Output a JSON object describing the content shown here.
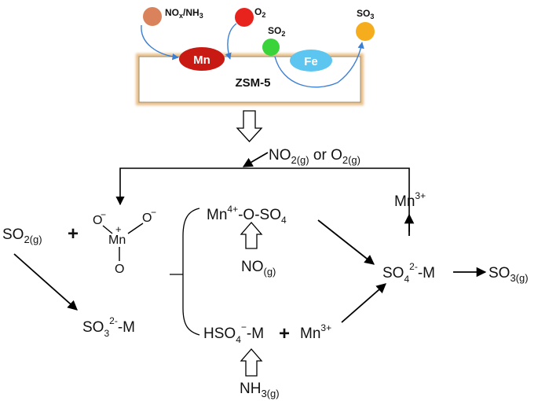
{
  "top": {
    "mn_label": "Mn",
    "fe_label": "Fe",
    "support_label": "ZSM-5",
    "nox_nh3": {
      "t1": "NO",
      "s1": "x",
      "t2": "/NH",
      "s2": "3"
    },
    "o2": {
      "t": "O",
      "s": "2"
    },
    "so2": {
      "t": "SO",
      "s": "2"
    },
    "so3": {
      "t": "SO",
      "s": "3"
    },
    "colors": {
      "nox": "#d9825b",
      "o2": "#e8231e",
      "so2": "#3ad43a",
      "so3": "#f5ad1e",
      "mn": "#c81a12",
      "fe": "#5cc6f0",
      "support_border": "#e9bf8a",
      "arrow": "#3b7fd4"
    }
  },
  "mechanism": {
    "oxidant": {
      "a": "NO",
      "a_sub": "2(g)",
      "or": " or ",
      "b": "O",
      "b_sub": "2(g)"
    },
    "so2g": {
      "t": "SO",
      "sub": "2(g)"
    },
    "plus1": "+",
    "mn_center": {
      "o_left": "O",
      "o_right": "O",
      "o_bottom": "O",
      "minus_left": "−",
      "minus_right": "−",
      "plus": "+",
      "mn": "Mn"
    },
    "mn4_complex": {
      "mn": "Mn",
      "sup": "4+",
      "rest": "-O-SO",
      "sub": "4"
    },
    "no_g": {
      "t": "NO",
      "sub": "(g)"
    },
    "hso4": {
      "t": "HSO",
      "sub": "4",
      "sup": "−",
      "rest": "-M"
    },
    "plus2": "+",
    "mn3_lower": {
      "t": "Mn",
      "sup": "3+"
    },
    "nh3g": {
      "t": "NH",
      "sub": "3(g)"
    },
    "so3_m": {
      "t": "SO",
      "sub": "3",
      "sup": "2-",
      "rest": "-M"
    },
    "mn3_upper": {
      "t": "Mn",
      "sup": "3+"
    },
    "so4_m": {
      "t": "SO",
      "sub": "4",
      "sup": "2-",
      "rest": "-M"
    },
    "so3g": {
      "t": "SO",
      "sub": "3(g)"
    }
  }
}
